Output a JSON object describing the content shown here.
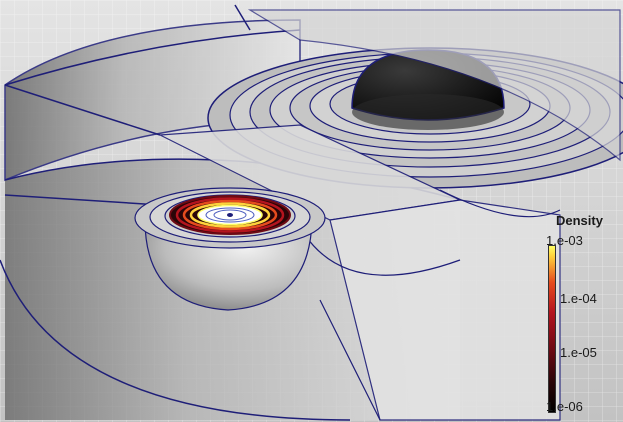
{
  "colorbar": {
    "title": "Density",
    "scale": "log",
    "ticks": [
      "1.e-03",
      "1.e-04",
      "1.e-05",
      "1.e-06"
    ],
    "colors": {
      "high": "#ffff66",
      "mid_high": "#e64b1e",
      "mid": "#b4141e",
      "mid_low": "#6e0a14",
      "low": "#000000"
    }
  },
  "scene": {
    "description_icons": [
      "outer-shell-icon",
      "inner-hemisphere-icon",
      "dark-dome-icon"
    ],
    "shell_color": "#c8c8c8",
    "outline_color": "#1e1e78",
    "dome_color": "#1a1a1a"
  }
}
